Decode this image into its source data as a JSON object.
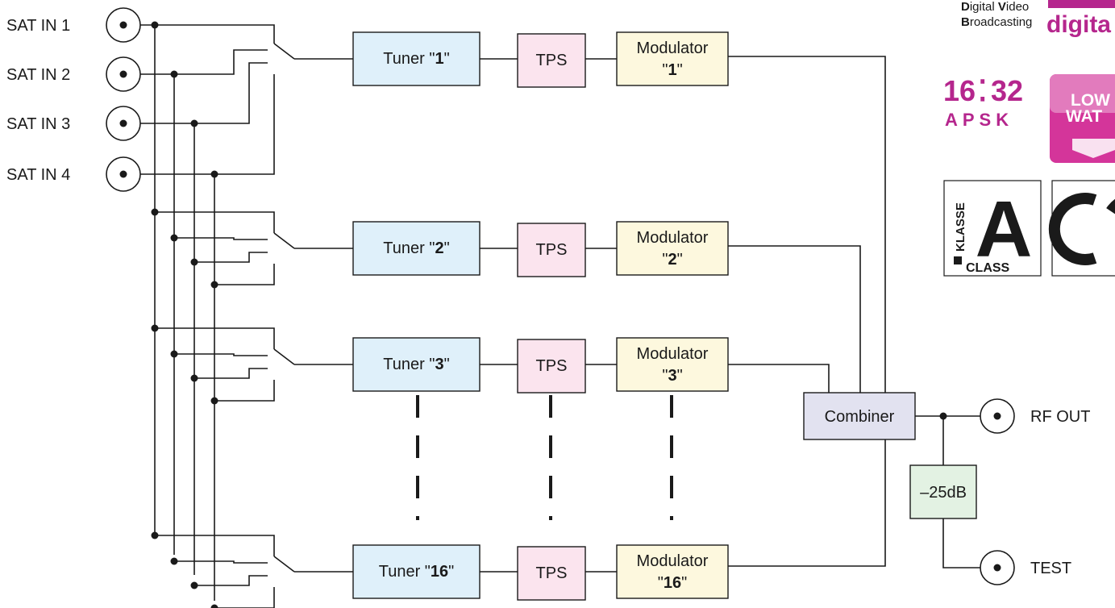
{
  "inputs": [
    "SAT IN 1",
    "SAT IN 2",
    "SAT IN 3",
    "SAT IN 4"
  ],
  "channels": [
    {
      "tuner_pre": "Tuner \"",
      "num": "1",
      "post": "\"",
      "tps": "TPS",
      "mod_line1": "Modulator",
      "mod_pre": "\"",
      "mod_post": "\""
    },
    {
      "tuner_pre": "Tuner \"",
      "num": "2",
      "post": "\"",
      "tps": "TPS",
      "mod_line1": "Modulator",
      "mod_pre": "\"",
      "mod_post": "\""
    },
    {
      "tuner_pre": "Tuner \"",
      "num": "3",
      "post": "\"",
      "tps": "TPS",
      "mod_line1": "Modulator",
      "mod_pre": "\"",
      "mod_post": "\""
    },
    {
      "tuner_pre": "Tuner \"",
      "num": "16",
      "post": "\"",
      "tps": "TPS",
      "mod_line1": "Modulator",
      "mod_pre": "\"",
      "mod_post": "\""
    }
  ],
  "combiner": "Combiner",
  "attenuator": "–25dB",
  "outputs": {
    "rf_out": "RF OUT",
    "test": "TEST"
  },
  "logos": {
    "dvb_line1_bold": "D",
    "dvb_line1_rest": "igital ",
    "dvb_line1_bold2": "V",
    "dvb_line1_rest2": "ideo",
    "dvb_line2_bold": "B",
    "dvb_line2_rest": "roadcasting",
    "digital_word": "digita",
    "apsk_top_left": "16",
    "apsk_top_right": "32",
    "apsk_bottom": "APSK",
    "low_water_1": "LOW",
    "low_water_2": "WAT",
    "klasse_vertical": "KLASSE",
    "klasse_letter": "A",
    "klasse_bottom": "CLASS",
    "ce_mark": "C"
  },
  "colors": {
    "tuner": "#dff0fa",
    "tps": "#fbe4ee",
    "modulator": "#fdf8de",
    "combiner": "#e2e2f0",
    "attenuator": "#e3f2e3",
    "brand_magenta": "#b5268d",
    "low_water": "#d4359a"
  }
}
